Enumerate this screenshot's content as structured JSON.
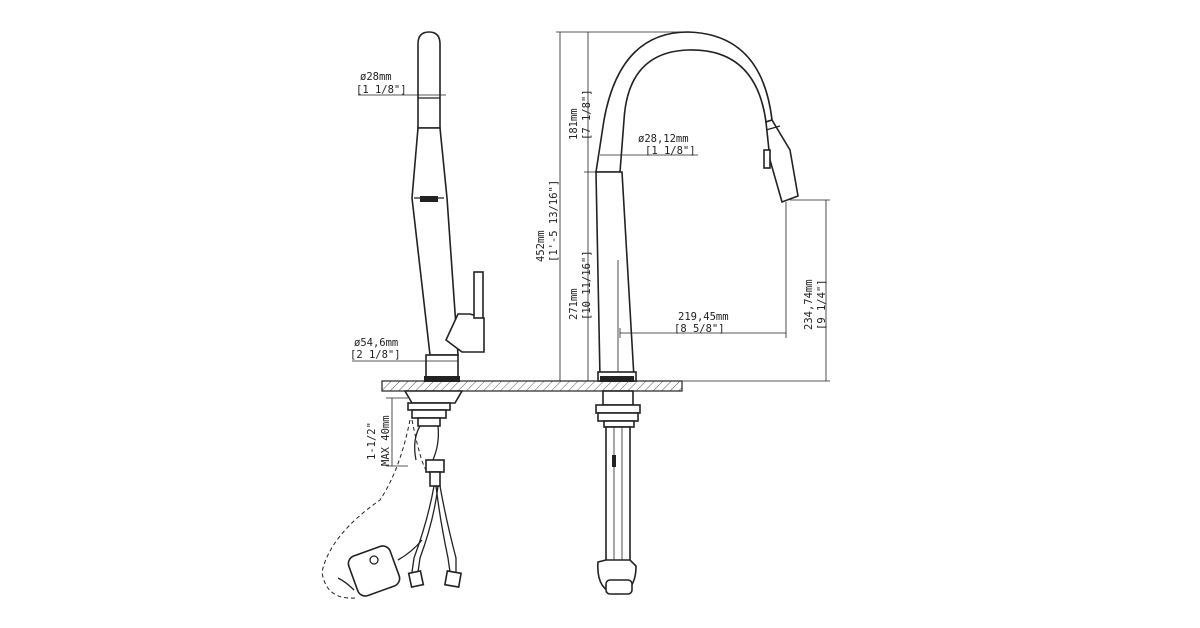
{
  "dimensions": {
    "spout_diameter_mm": "ø28mm",
    "spout_diameter_in": "[1 1/8\"]",
    "base_diameter_mm": "ø54,6mm",
    "base_diameter_in": "[2 1/8\"]",
    "hole_size_in": "1-1/2\"",
    "hole_size_max": "MAX 40mm",
    "total_height_mm": "452mm",
    "total_height_in": "[1'-5 13/16\"]",
    "arc_height_mm": "181mm",
    "arc_height_in": "[7 1/8\"]",
    "body_height_mm": "271mm",
    "body_height_in": "[10 11/16\"]",
    "neck_diameter_mm": "ø28,12mm",
    "neck_diameter_in": "[1 1/8\"]",
    "reach_mm": "219,45mm",
    "reach_in": "[8 5/8\"]",
    "spout_height_mm": "234,74mm",
    "spout_height_in": "[9 1/4\"]"
  }
}
